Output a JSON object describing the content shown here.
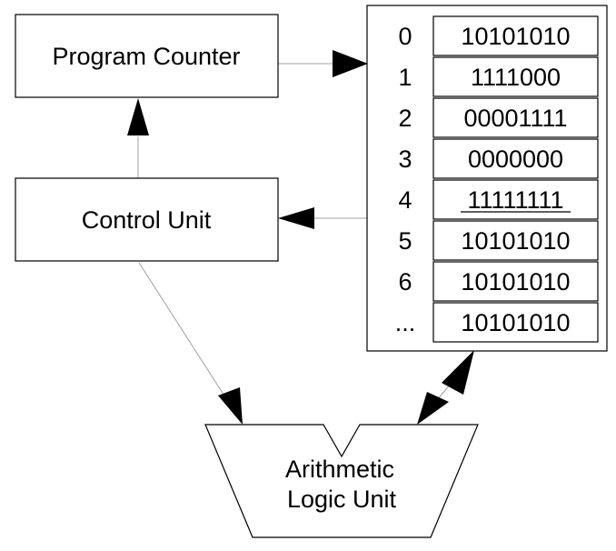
{
  "diagram": {
    "program_counter": {
      "label": "Program Counter"
    },
    "control_unit": {
      "label": "Control Unit"
    },
    "alu": {
      "label_line1": "Arithmetic",
      "label_line2": "Logic Unit"
    },
    "memory": {
      "rows": [
        {
          "address": "0",
          "value": "10101010",
          "underlined": false
        },
        {
          "address": "1",
          "value": "1111000",
          "underlined": false
        },
        {
          "address": "2",
          "value": "00001111",
          "underlined": false
        },
        {
          "address": "3",
          "value": "0000000",
          "underlined": false
        },
        {
          "address": "4",
          "value": "11111111",
          "underlined": true
        },
        {
          "address": "5",
          "value": "10101010",
          "underlined": false
        },
        {
          "address": "6",
          "value": "10101010",
          "underlined": false
        },
        {
          "address": "...",
          "value": "10101010",
          "underlined": false
        }
      ]
    },
    "colors": {
      "stroke": "#000000",
      "connector": "#9a9a9a",
      "background": "#ffffff"
    }
  }
}
